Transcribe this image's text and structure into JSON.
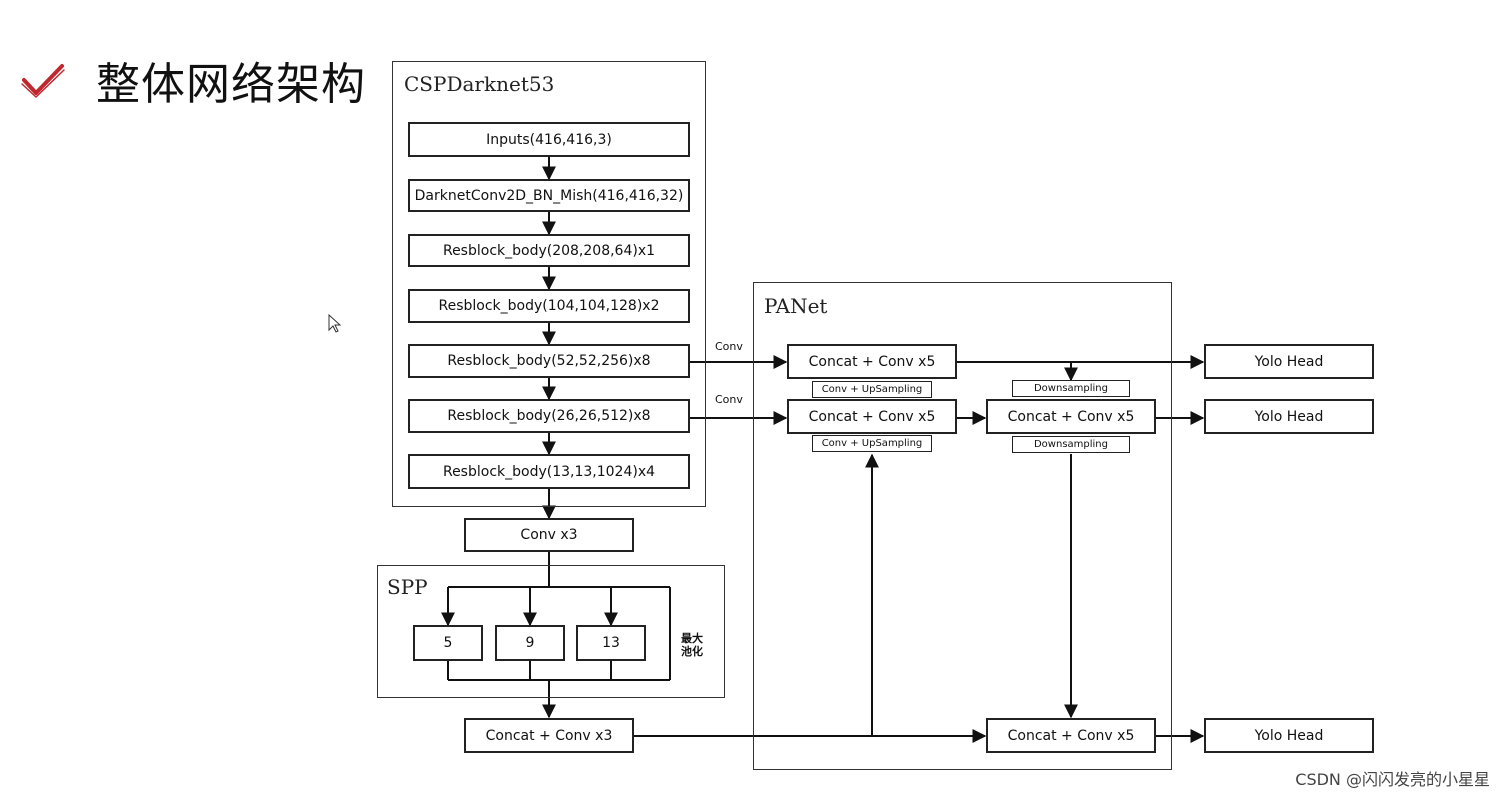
{
  "slide": {
    "title": "整体网络架构",
    "check_color": "#c0282f"
  },
  "groups": {
    "backbone": "CSPDarknet53",
    "spp": "SPP",
    "panet": "PANet"
  },
  "backbone_nodes": [
    "Inputs(416,416,3)",
    "DarknetConv2D_BN_Mish(416,416,32)",
    "Resblock_body(208,208,64)x1",
    "Resblock_body(104,104,128)x2",
    "Resblock_body(52,52,256)x8",
    "Resblock_body(26,26,512)x8",
    "Resblock_body(13,13,1024)x4"
  ],
  "conv_x3": "Conv x3",
  "spp_pools": [
    "5",
    "9",
    "13"
  ],
  "spp_note": "最大池化",
  "concat_conv_x3": "Concat + Conv x3",
  "panet_nodes": {
    "top_left": "Concat + Conv x5",
    "mid_left": "Concat + Conv x5",
    "mid_right": "Concat + Conv x5",
    "bottom_right": "Concat + Conv x5"
  },
  "panet_tags": {
    "upsample_top": "Conv + UpSampling",
    "upsample_bottom": "Conv + UpSampling",
    "downsample_top": "Downsampling",
    "downsample_bottom": "Downsampling"
  },
  "edge_labels": {
    "conv_52": "Conv",
    "conv_26": "Conv"
  },
  "heads": [
    "Yolo Head",
    "Yolo Head",
    "Yolo Head"
  ],
  "watermark": "CSDN @闪闪发亮的小星星"
}
